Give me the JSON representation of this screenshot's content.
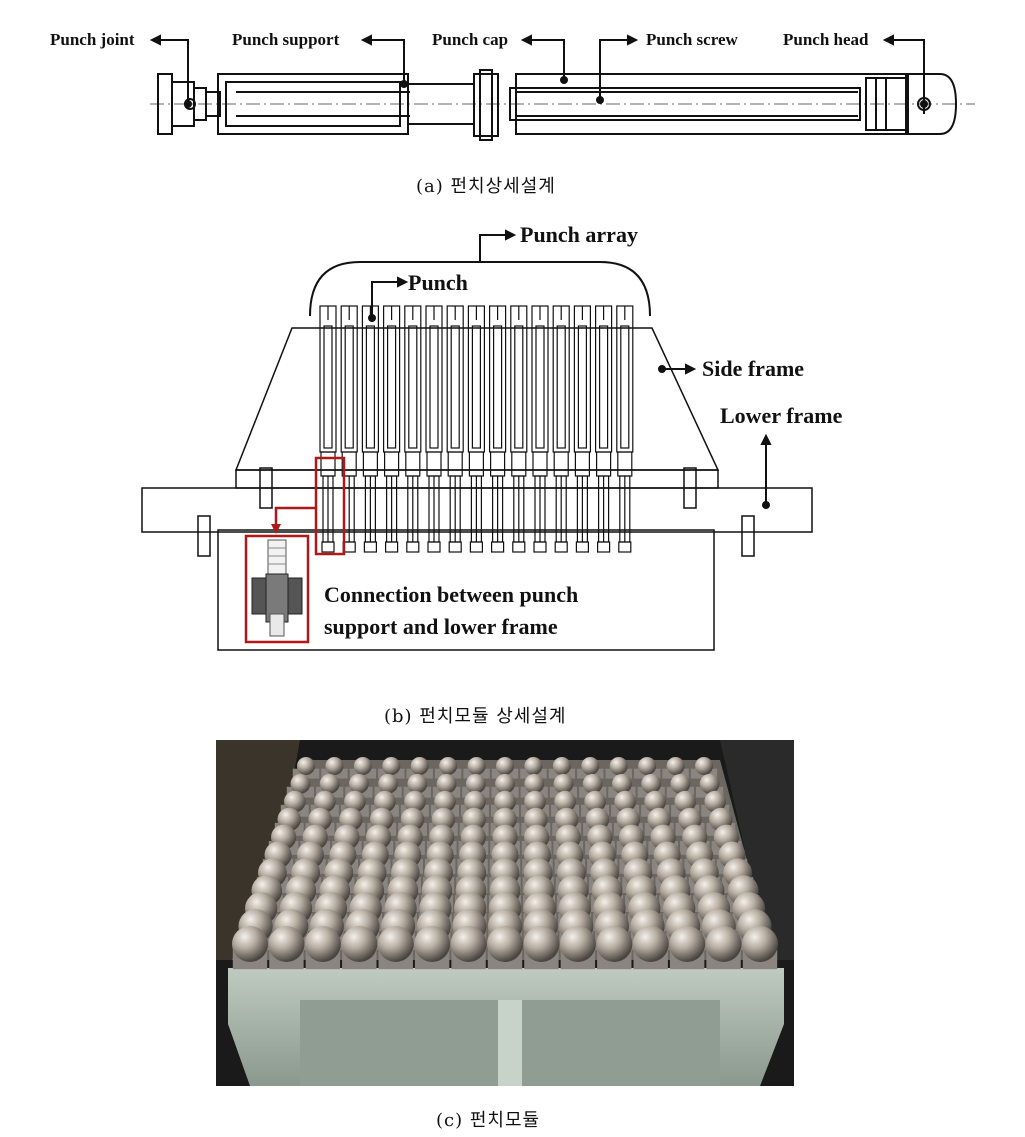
{
  "panel_a": {
    "labels": {
      "punch_joint": "Punch joint",
      "punch_support": "Punch support",
      "punch_cap": "Punch cap",
      "punch_screw": "Punch screw",
      "punch_head": "Punch head"
    },
    "caption": "(a) 펀치상세설계"
  },
  "panel_b": {
    "labels": {
      "punch_array": "Punch array",
      "punch": "Punch",
      "side_frame": "Side frame",
      "lower_frame": "Lower frame",
      "connection_line1": "Connection between punch",
      "connection_line2": "support and lower frame"
    },
    "caption": "(b) 펀치모듈 상세설계"
  },
  "panel_c": {
    "caption": "(c) 펀치모듈"
  },
  "colors": {
    "line": "#111111",
    "highlight": "#b01818",
    "photo_bg": "#1a1a1a",
    "frame_green": "#a9b9ad",
    "ball": "#a89f95"
  }
}
